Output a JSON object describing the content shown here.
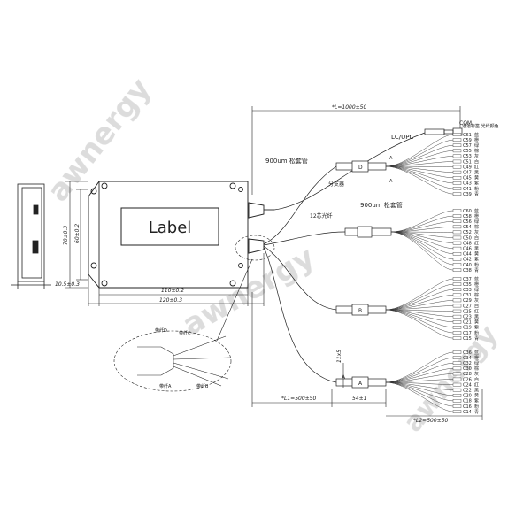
{
  "box_label": "Label",
  "dimensions": {
    "total_length": "*L=1000±50",
    "l1_length": "*L1=500±50",
    "l2_length": "*L2=500±50",
    "width_outer": "120±0.3",
    "width_inner": "110±0.2",
    "height_outer": "70±0.3",
    "height_inner": "60±0.2",
    "thickness": "10.5±0.3",
    "fanout_len": "54±1",
    "fanout_dia": "11x5"
  },
  "labels": {
    "com": "COM",
    "connector": "LC/UPC",
    "tube_900_a": "900um 松套管",
    "tube_900_b": "900um 松套管",
    "fiber12": "12芯光纤",
    "splitter": "分支器",
    "fig_a": "A",
    "fig_b": "B",
    "fig_d": "D",
    "section_a": "A",
    "arrow_a": "A",
    "arrow_a2": "A",
    "tube_a": "带纤A",
    "tube_b": "带纤B",
    "tube_c": "带纤C",
    "tube_d": "带纤D",
    "legend": "通道标签 光纤颜色"
  },
  "channel_groups": [
    {
      "channels": [
        "C61",
        "C59",
        "C57",
        "C55",
        "C53",
        "C51",
        "C49",
        "C47",
        "C45",
        "C43",
        "C41",
        "C39"
      ]
    },
    {
      "channels": [
        "C60",
        "C58",
        "C56",
        "C54",
        "C52",
        "C50",
        "C48",
        "C46",
        "C44",
        "C42",
        "C40",
        "C38"
      ]
    },
    {
      "channels": [
        "C37",
        "C35",
        "C33",
        "C31",
        "C29",
        "C27",
        "C25",
        "C23",
        "C21",
        "C19",
        "C17",
        "C15"
      ]
    },
    {
      "channels": [
        "C36",
        "C34",
        "C32",
        "C30",
        "C28",
        "C26",
        "C24",
        "C22",
        "C20",
        "C18",
        "C16",
        "C14"
      ]
    }
  ],
  "fiber_colors": [
    "蓝",
    "橙",
    "绿",
    "棕",
    "灰",
    "白",
    "红",
    "黑",
    "黄",
    "紫",
    "粉",
    "青"
  ],
  "watermark": "awnergy"
}
